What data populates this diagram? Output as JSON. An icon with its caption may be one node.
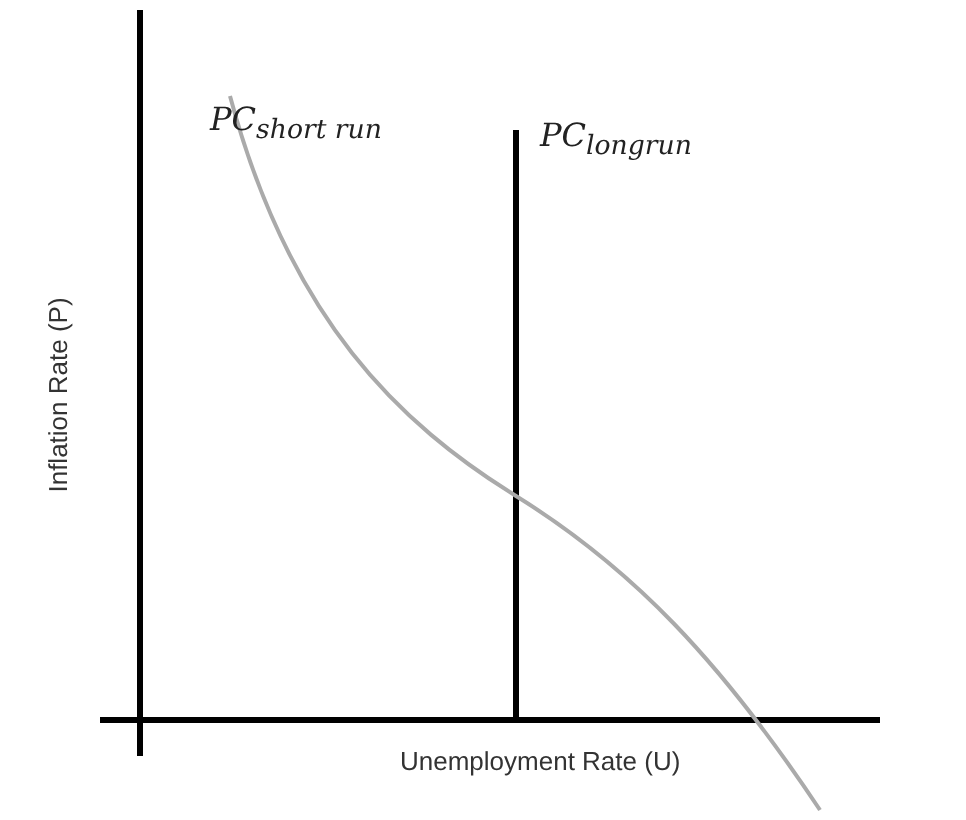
{
  "diagram": {
    "labels": [
      "PC$_{short run}$",
      "PC$_{longrun}$",
      "Inflation Rate (P)",
      "Unemployment Rate (U)"
    ]
  }
}
